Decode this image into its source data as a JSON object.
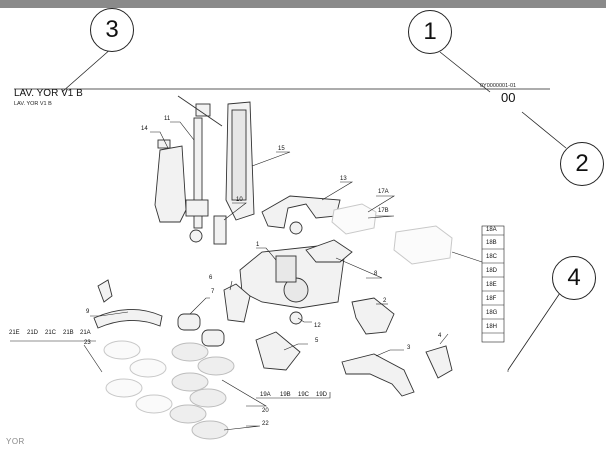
{
  "callouts": {
    "c1": "1",
    "c2": "2",
    "c3": "3",
    "c4": "4"
  },
  "header": {
    "title": "LAV. YOR V1 B",
    "subtitle": "LAV. YOR V1 B",
    "doc_number": "0Y0000001-01",
    "revision": "00"
  },
  "brand_mark": "YOR",
  "part_labels": {
    "p1": "1",
    "p2": "2",
    "p3": "3",
    "p4": "4",
    "p5": "5",
    "p6": "6",
    "p7": "7",
    "p8": "8",
    "p9": "9",
    "p10": "10",
    "p11": "11",
    "p12": "12",
    "p13": "13",
    "p14": "14",
    "p15": "15",
    "p17a": "17A",
    "p17b": "17B",
    "p18a": "18A",
    "p18b": "18B",
    "p18c": "18C",
    "p18d": "18D",
    "p18e": "18E",
    "p18f": "18F",
    "p18g": "18G",
    "p18h": "18H",
    "p19a": "19A",
    "p19b": "19B",
    "p19c": "19C",
    "p19d": "19D",
    "p20": "20",
    "p21a": "21A",
    "p21b": "21B",
    "p21c": "21C",
    "p21d": "21D",
    "p21e": "21E",
    "p22": "22",
    "p23": "23"
  },
  "colors": {
    "line": "#222222",
    "part_fill": "#f2f2f2",
    "ghost": "#c8c8c8",
    "bar": "#8a8a8a"
  }
}
